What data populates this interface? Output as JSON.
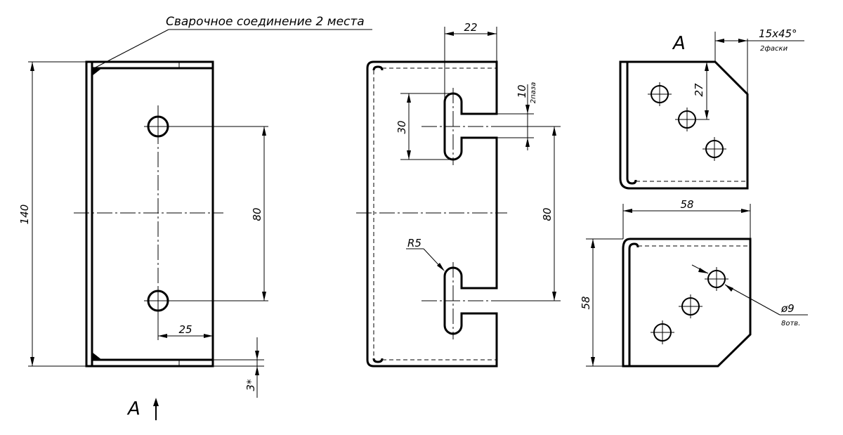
{
  "notes": {
    "weld": "Сварочное соединение 2 места"
  },
  "view_labels": {
    "section_top": "A",
    "section_bottom": "A"
  },
  "dims": {
    "overall_height": "140",
    "hole_spacing_front": "80",
    "hole_offset": "25",
    "thickness": "3*",
    "slot_depth": "22",
    "slot_width": "10",
    "slot_width_note": "2паза",
    "slot_length": "30",
    "slot_spacing": "80",
    "slot_radius": "R5",
    "chamfer": "15x45°",
    "chamfer_note": "2фаски",
    "hole_offset_top": "27",
    "bottom_width": "58",
    "bottom_height": "58",
    "hole_diameter": "ø9",
    "hole_count": "8отв."
  }
}
